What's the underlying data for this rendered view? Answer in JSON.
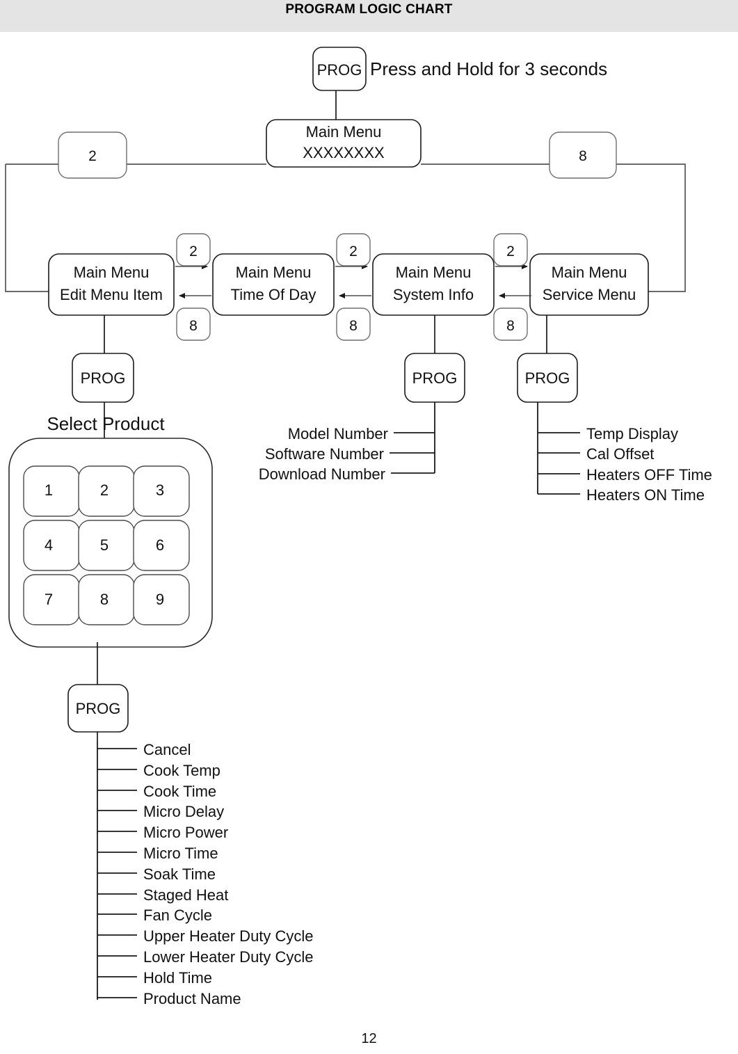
{
  "document": {
    "title": "PROGRAM LOGIC CHART",
    "page_number": "12"
  },
  "top": {
    "prog_button": "PROG",
    "instruction": "Press and Hold for 3 seconds",
    "root_line1": "Main Menu",
    "root_line2": "XXXXXXXX",
    "left_badge": "2",
    "right_badge": "8"
  },
  "menus": [
    {
      "line1": "Main Menu",
      "line2": "Edit Menu Item"
    },
    {
      "line1": "Main Menu",
      "line2": "Time Of Day"
    },
    {
      "line1": "Main Menu",
      "line2": "System Info"
    },
    {
      "line1": "Main Menu",
      "line2": "Service Menu"
    }
  ],
  "nav_badges": [
    {
      "up": "2",
      "down": "8"
    },
    {
      "up": "2",
      "down": "8"
    },
    {
      "up": "2",
      "down": "8"
    }
  ],
  "prog_buttons": {
    "edit_menu": "PROG",
    "system_info": "PROG",
    "service_menu": "PROG",
    "product_params": "PROG"
  },
  "select_product": {
    "label": "Select Product",
    "keys": [
      "1",
      "2",
      "3",
      "4",
      "5",
      "6",
      "7",
      "8",
      "9"
    ]
  },
  "system_info_items": [
    "Model Number",
    "Software Number",
    "Download Number"
  ],
  "service_menu_items": [
    "Temp Display",
    "Cal Offset",
    "Heaters OFF Time",
    "Heaters ON Time"
  ],
  "product_parameters": [
    "Cancel",
    "Cook Temp",
    "Cook Time",
    "Micro Delay",
    "Micro Power",
    "Micro Time",
    "Soak Time",
    "Staged Heat",
    "Fan Cycle",
    "Upper Heater Duty Cycle",
    "Lower Heater Duty Cycle",
    "Hold Time",
    "Product Name"
  ],
  "colors": {
    "header_background": "#e4e4e4",
    "outline": "#1a1a1a",
    "connector": "#555555",
    "page_background": "#ffffff"
  }
}
